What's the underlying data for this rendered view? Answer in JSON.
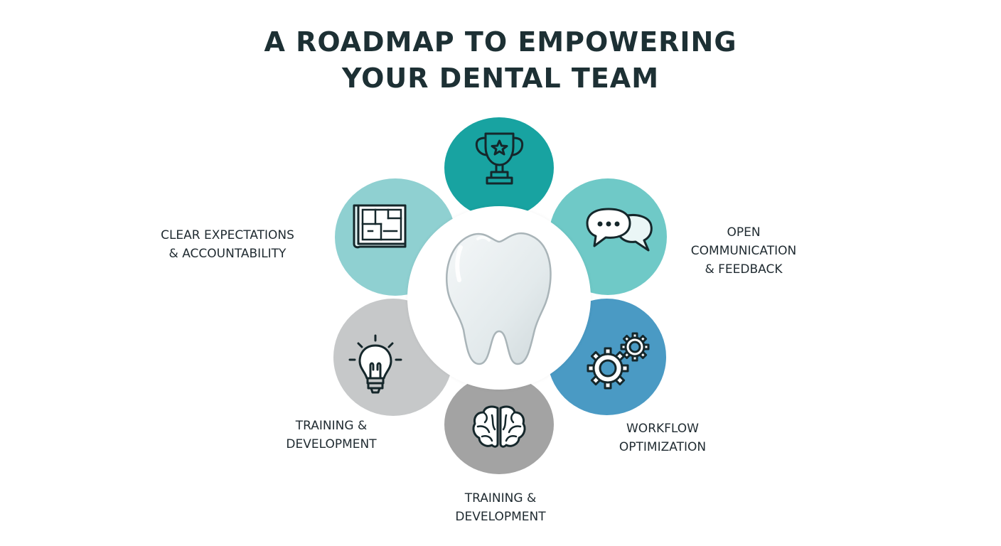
{
  "title": {
    "line1": "A ROADMAP TO EMPOWERING",
    "line2": "YOUR DENTAL TEAM"
  },
  "center": {
    "icon": "tooth-icon"
  },
  "segments": [
    {
      "icon": "trophy-icon",
      "color": "#18a3a1",
      "lines": []
    },
    {
      "icon": "chat-bubbles-icon",
      "color": "#6fc9c7",
      "lines": [
        "OPEN",
        "COMMUNICATION",
        "& FEEDBACK"
      ]
    },
    {
      "icon": "gears-icon",
      "color": "#4a9ac4",
      "lines": [
        "WORKFLOW",
        "OPTIMIZATION"
      ]
    },
    {
      "icon": "brain-icon",
      "color": "#a3a3a3",
      "lines": [
        "TRAINING &",
        "DEVELOPMENT"
      ]
    },
    {
      "icon": "lightbulb-icon",
      "color": "#c6c8c9",
      "lines": [
        "TRAINING &",
        "DEVELOPMENT"
      ]
    },
    {
      "icon": "blueprint-icon",
      "color": "#8fd0d1",
      "lines": [
        "CLEAR EXPECTATIONS",
        "& ACCOUNTABILITY"
      ]
    }
  ]
}
